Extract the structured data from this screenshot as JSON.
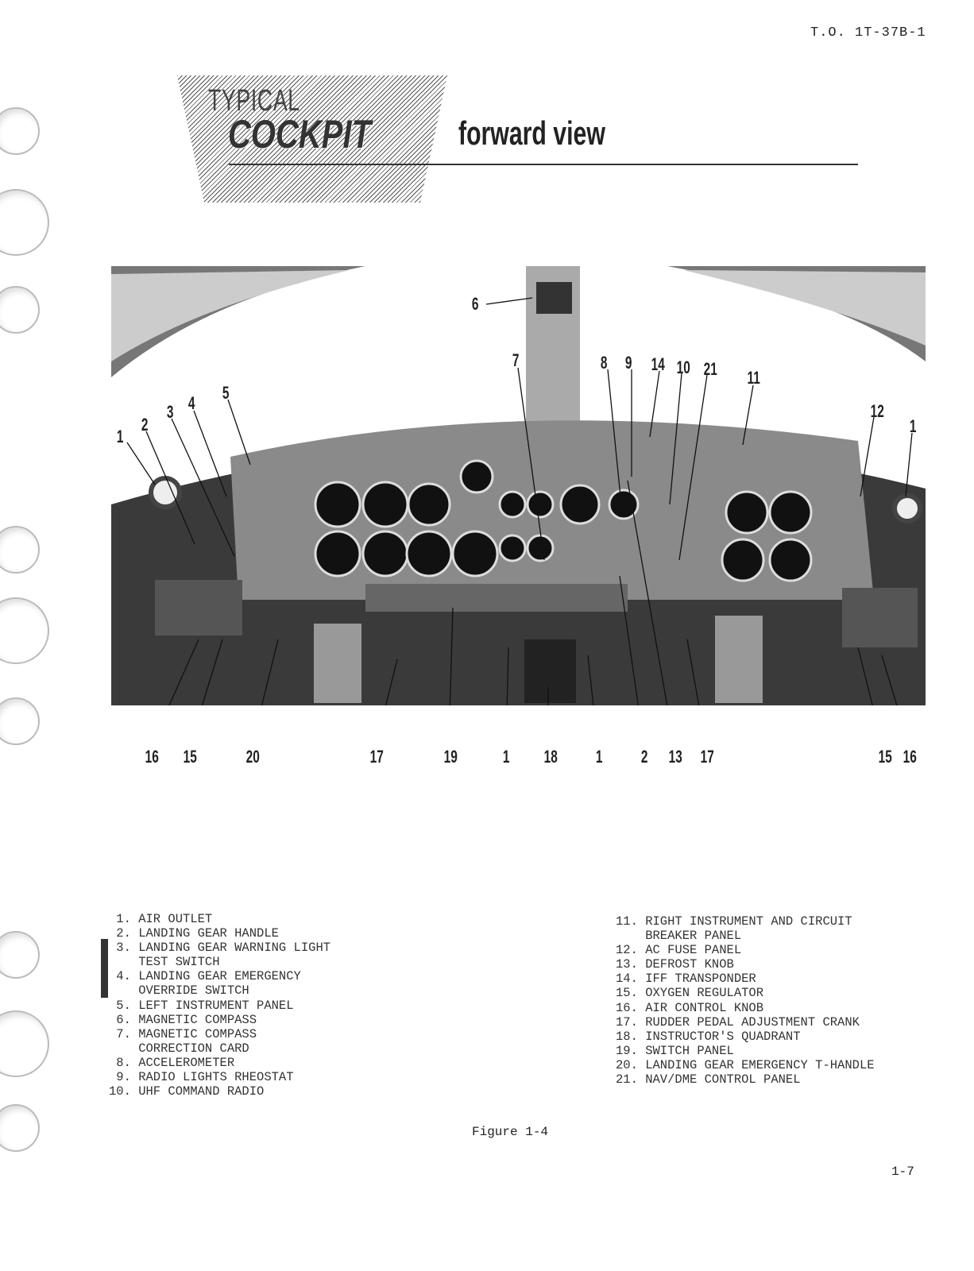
{
  "header": {
    "doc_number": "T.O. 1T-37B-1",
    "banner_line1": "TYPICAL",
    "banner_line2": "COCKPIT",
    "subtitle": "forward view"
  },
  "callouts_top": [
    "1",
    "2",
    "3",
    "4",
    "5",
    "6",
    "7",
    "8",
    "9",
    "14",
    "10",
    "21",
    "11",
    "12",
    "1"
  ],
  "callouts_bottom": [
    "16",
    "15",
    "20",
    "17",
    "19",
    "1",
    "18",
    "1",
    "2",
    "13",
    "17",
    "15",
    "16"
  ],
  "legend_left": [
    "1. AIR OUTLET",
    "2. LANDING GEAR HANDLE",
    "3. LANDING GEAR WARNING LIGHT\n   TEST SWITCH",
    "4. LANDING GEAR EMERGENCY\n   OVERRIDE SWITCH",
    "5. LEFT INSTRUMENT PANEL",
    "6. MAGNETIC COMPASS",
    "7. MAGNETIC COMPASS\n   CORRECTION CARD",
    "8. ACCELEROMETER",
    "9. RADIO LIGHTS RHEOSTAT",
    "10. UHF COMMAND RADIO"
  ],
  "legend_right": [
    "11. RIGHT INSTRUMENT AND CIRCUIT\n    BREAKER PANEL",
    "12. AC FUSE PANEL",
    "13. DEFROST KNOB",
    "14. IFF TRANSPONDER",
    "15. OXYGEN REGULATOR",
    "16. AIR CONTROL KNOB",
    "17. RUDDER PEDAL ADJUSTMENT CRANK",
    "18. INSTRUCTOR'S QUADRANT",
    "19. SWITCH PANEL",
    "20. LANDING GEAR EMERGENCY T-HANDLE",
    "21. NAV/DME CONTROL PANEL"
  ],
  "footer": {
    "figure": "Figure 1-4",
    "page": "1-7"
  }
}
